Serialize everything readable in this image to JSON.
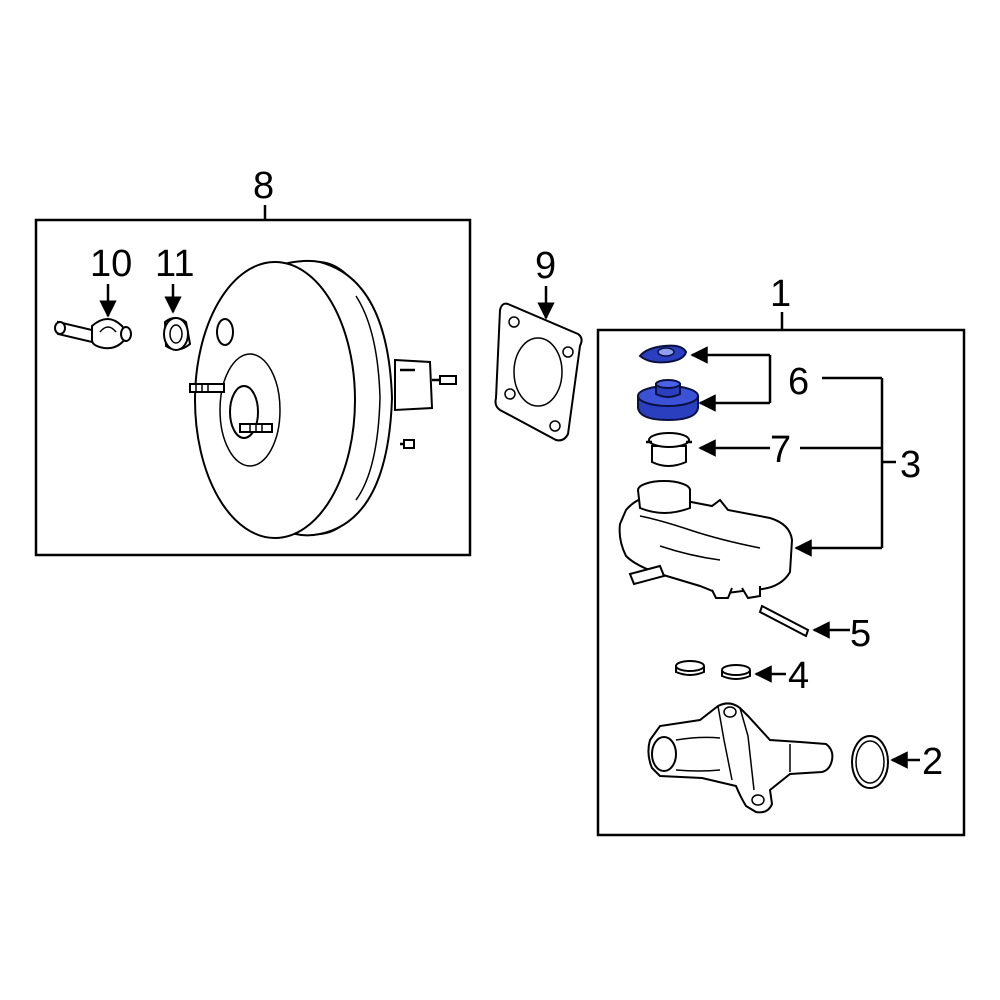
{
  "colors": {
    "background": "#ffffff",
    "line": "#000000",
    "highlight": "#2a3fbf",
    "highlight_dark": "#0b1a7a"
  },
  "callouts": {
    "c1": "1",
    "c2": "2",
    "c3": "3",
    "c4": "4",
    "c5": "5",
    "c6": "6",
    "c7": "7",
    "c8": "8",
    "c9": "9",
    "c10": "10",
    "c11": "11"
  },
  "highlighted_parts": [
    "reservoir-cap-seal",
    "reservoir-cap"
  ]
}
